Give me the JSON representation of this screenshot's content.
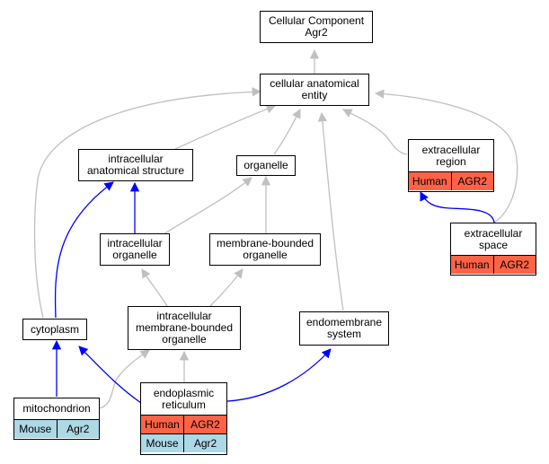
{
  "colors": {
    "human": "#ff6347",
    "mouse": "#add8e6",
    "is_a_edge": "#c0c0c0",
    "part_of_edge": "#0000ff"
  },
  "nodes": {
    "cellular_component": {
      "label": "Cellular Component\nAgr2"
    },
    "cellular_anatomical_entity": {
      "label": "cellular anatomical\nentity"
    },
    "intracellular_anatomical_structure": {
      "label": "intracellular\nanatomical structure"
    },
    "organelle": {
      "label": "organelle"
    },
    "extracellular_region": {
      "label": "extracellular\nregion",
      "species": [
        "Human",
        "AGR2"
      ]
    },
    "intracellular_organelle": {
      "label": "intracellular\norganelle"
    },
    "membrane_bounded_organelle": {
      "label": "membrane-bounded\norganelle"
    },
    "extracellular_space": {
      "label": "extracellular\nspace",
      "species": [
        "Human",
        "AGR2"
      ]
    },
    "cytoplasm": {
      "label": "cytoplasm"
    },
    "intracellular_membrane_bounded_organelle": {
      "label": "intracellular\nmembrane-bounded\norganelle"
    },
    "endomembrane_system": {
      "label": "endomembrane\nsystem"
    },
    "mitochondrion": {
      "label": "mitochondrion",
      "species_mouse": [
        "Mouse",
        "Agr2"
      ]
    },
    "endoplasmic_reticulum": {
      "label": "endoplasmic\nreticulum",
      "species": [
        "Human",
        "AGR2"
      ],
      "species_mouse": [
        "Mouse",
        "Agr2"
      ]
    }
  }
}
